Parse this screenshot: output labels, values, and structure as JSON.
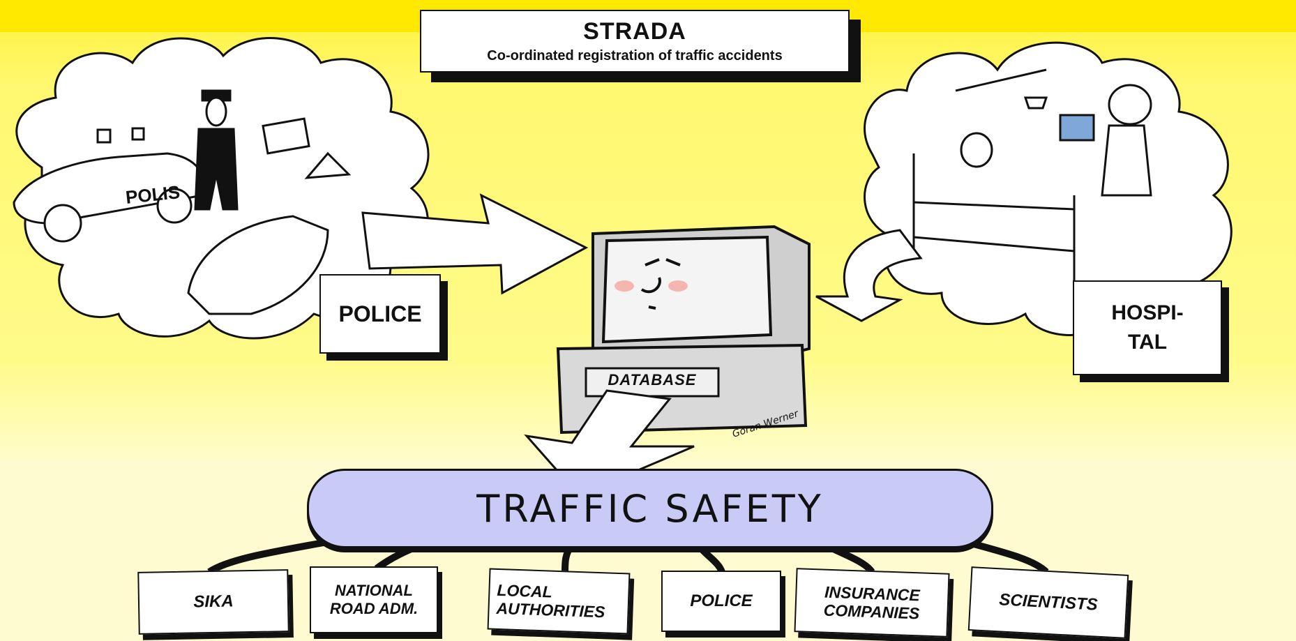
{
  "title": {
    "main": "STRADA",
    "subtitle": "Co-ordinated registration of traffic accidents"
  },
  "sources": {
    "police_label": "POLICE",
    "police_car_text": "POLIS",
    "hospital_label_line1": "HOSPI-",
    "hospital_label_line2": "TAL"
  },
  "database": {
    "label": "DATABASE",
    "signature": "Göran Werner"
  },
  "hub": {
    "label": "TRAFFIC SAFETY"
  },
  "stakeholders": [
    {
      "line1": "SIKA",
      "line2": ""
    },
    {
      "line1": "NATIONAL",
      "line2": "ROAD ADM."
    },
    {
      "line1": "LOCAL",
      "line2": "AUTHORITIES"
    },
    {
      "line1": "POLICE",
      "line2": ""
    },
    {
      "line1": "INSURANCE",
      "line2": "COMPANIES"
    },
    {
      "line1": "SCIENTISTS",
      "line2": ""
    }
  ],
  "colors": {
    "background_top": "#ffe900",
    "background_mid": "#fffb8a",
    "background_bottom": "#fffbd0",
    "hub_fill": "#c9caf6",
    "cheek": "#f6b6b0",
    "screen": "#f4f4f4"
  }
}
